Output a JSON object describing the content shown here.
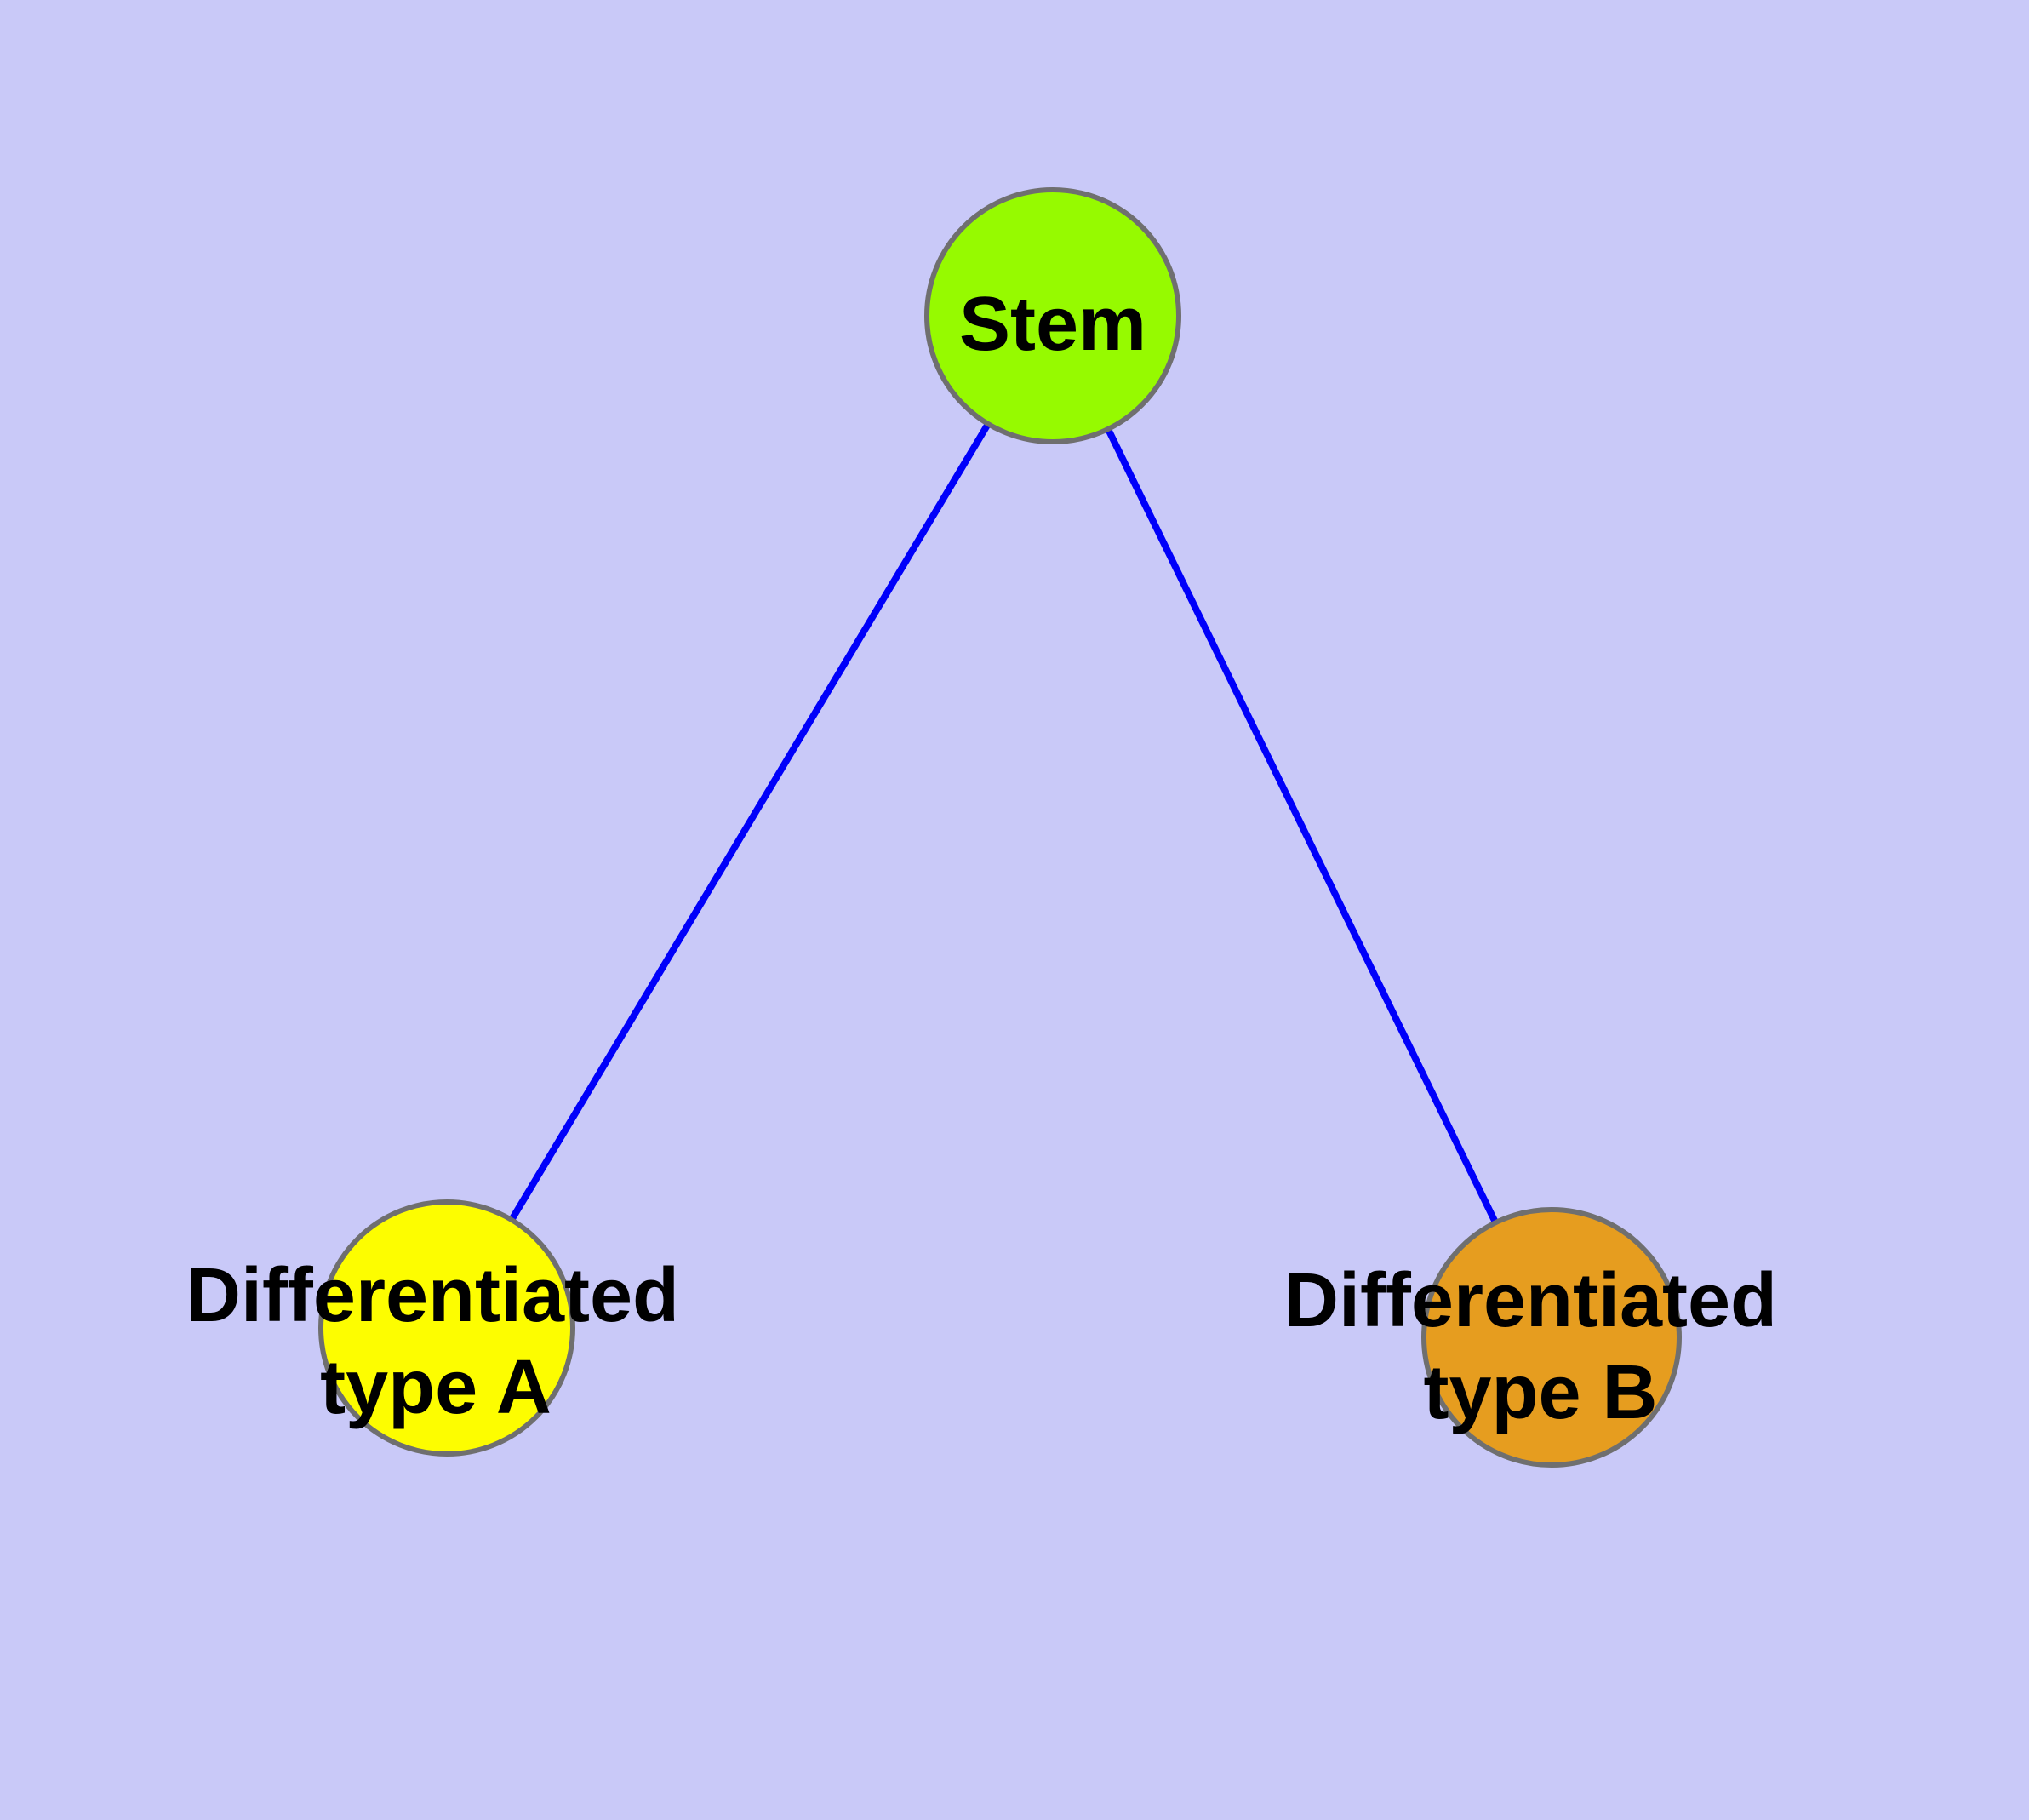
{
  "diagram": {
    "type": "node-link-graph",
    "background_color": "#c9c9f8",
    "edge_color": "#0000fa",
    "edge_width": 8,
    "node_border_color": "#6f6f6f",
    "node_border_width": 6,
    "label_color": "#000000",
    "nodes": [
      {
        "id": "stem",
        "label": "Stem",
        "label_line1": "Stem",
        "label_line2": "",
        "color": "#96fa00"
      },
      {
        "id": "differentiated-type-a",
        "label": "Differentiated type A",
        "label_line1": "Differentiated",
        "label_line2": "type A",
        "color": "#fdfd00"
      },
      {
        "id": "differentiated-type-b",
        "label": "Differentiated type B",
        "label_line1": "Differentiated",
        "label_line2": "type B",
        "color": "#e69d1f"
      }
    ],
    "edges": [
      {
        "from": "Stem",
        "to": "Differentiated type A"
      },
      {
        "from": "Stem",
        "to": "Differentiated type B"
      }
    ]
  }
}
